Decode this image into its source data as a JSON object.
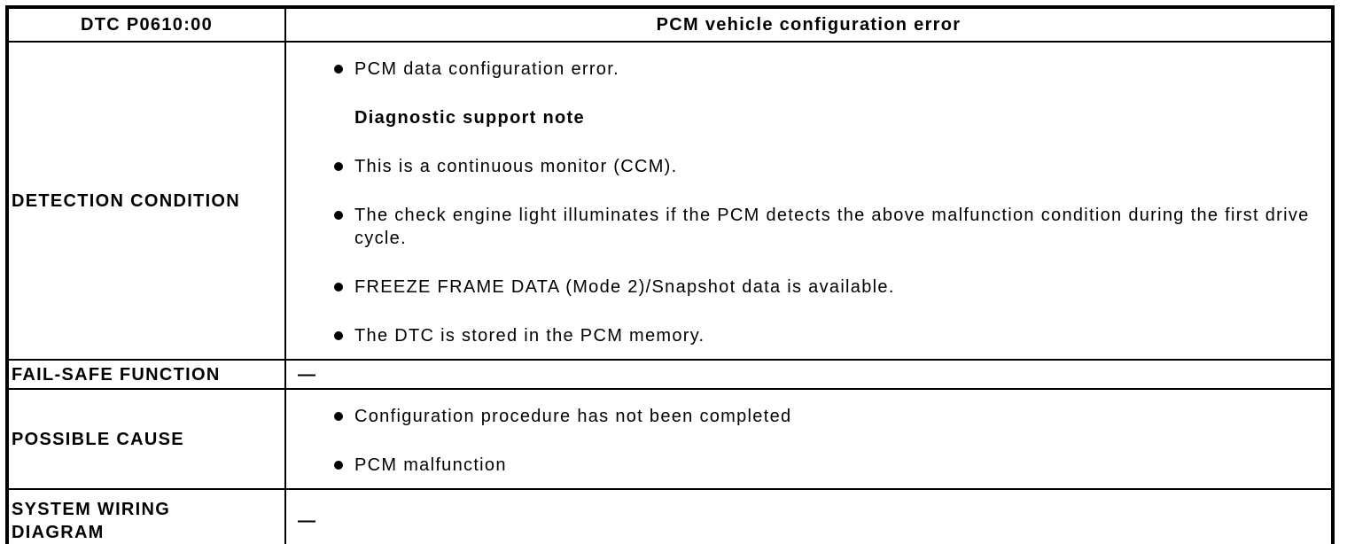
{
  "page": {
    "background_color": "#ffffff",
    "text_color": "#000000",
    "border_color": "#000000"
  },
  "table": {
    "header": {
      "dtc_label": "DTC P0610:00",
      "title": "PCM vehicle configuration error"
    },
    "rows": [
      {
        "label": "DETECTION CONDITION",
        "items": [
          {
            "type": "bullet",
            "text": "PCM data configuration error."
          },
          {
            "type": "subheading",
            "text": "Diagnostic support note"
          },
          {
            "type": "bullet",
            "text": "This is a continuous monitor (CCM)."
          },
          {
            "type": "bullet",
            "text": "The check engine light illuminates if the PCM detects the above malfunction condition during the first drive cycle."
          },
          {
            "type": "bullet",
            "text": "FREEZE FRAME DATA (Mode 2)/Snapshot data is available."
          },
          {
            "type": "bullet",
            "text": "The DTC is stored in the PCM memory."
          }
        ]
      },
      {
        "label": "FAIL-SAFE FUNCTION",
        "value": "—"
      },
      {
        "label": "POSSIBLE CAUSE",
        "items": [
          {
            "type": "bullet",
            "text": "Configuration procedure has not been completed"
          },
          {
            "type": "bullet",
            "text": "PCM malfunction"
          }
        ]
      },
      {
        "label": "SYSTEM WIRING\nDIAGRAM",
        "value": "—"
      }
    ]
  }
}
